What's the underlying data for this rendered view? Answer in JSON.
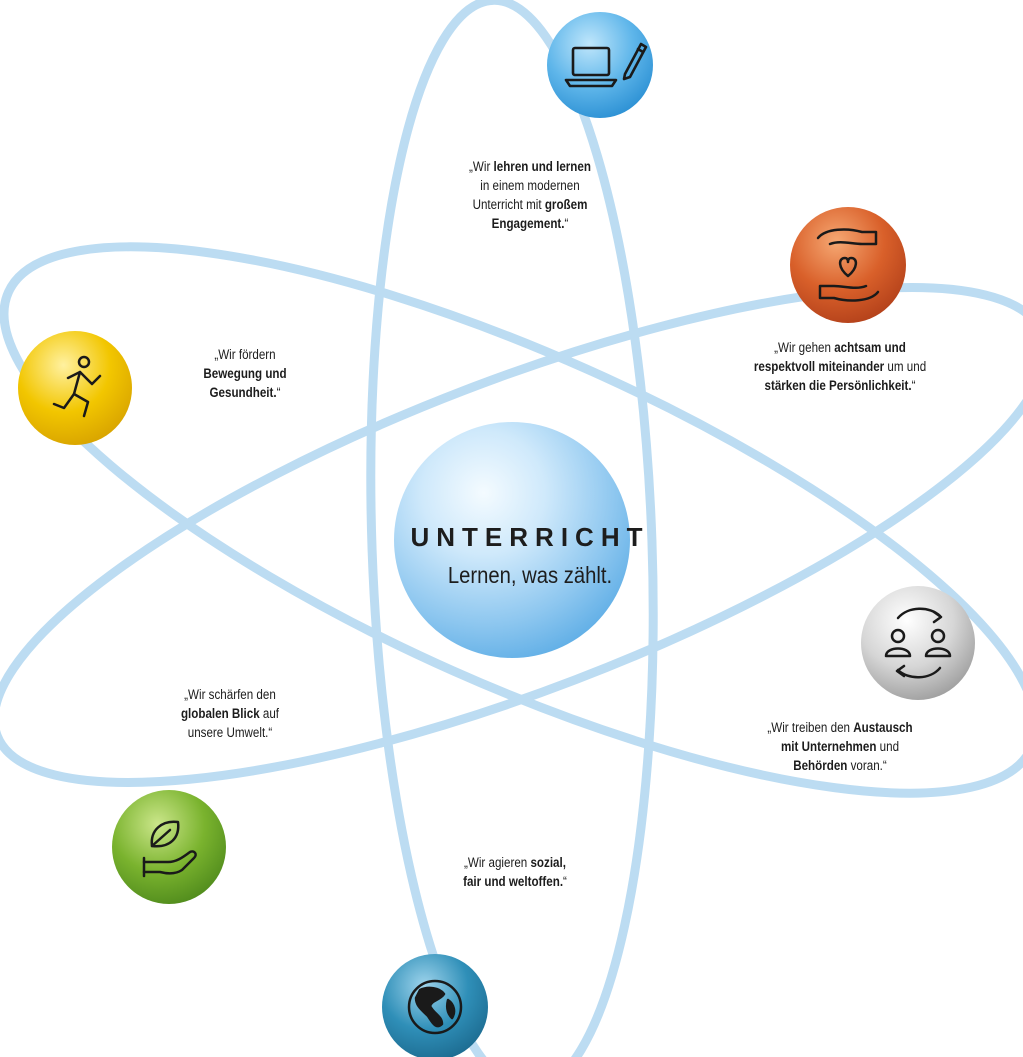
{
  "center": {
    "title": "UNTERRICHT",
    "subtitle": "Lernen, was zählt."
  },
  "nodes": [
    {
      "id": "teaching",
      "icon": "laptop-pencil-icon",
      "color": "#5fb6ea",
      "quote_parts": [
        {
          "t": "„Wir ",
          "b": false
        },
        {
          "t": "lehren und lernen",
          "b": true
        },
        {
          "t": "\nin einem modernen\nUnterricht mit ",
          "b": false
        },
        {
          "t": "großem\nEngagement.",
          "b": true
        },
        {
          "t": "“",
          "b": false
        }
      ]
    },
    {
      "id": "respect",
      "icon": "hands-heart-icon",
      "color": "#d9602a",
      "quote_parts": [
        {
          "t": "„Wir gehen ",
          "b": false
        },
        {
          "t": "achtsam und\nrespektvoll miteinander",
          "b": true
        },
        {
          "t": " um und\n",
          "b": false
        },
        {
          "t": "stärken die Persönlichkeit.",
          "b": true
        },
        {
          "t": "“",
          "b": false
        }
      ]
    },
    {
      "id": "health",
      "icon": "running-person-icon",
      "color": "#f2c200",
      "quote_parts": [
        {
          "t": "„Wir fördern\n",
          "b": false
        },
        {
          "t": "Bewegung und\nGesundheit.",
          "b": true
        },
        {
          "t": "“",
          "b": false
        }
      ]
    },
    {
      "id": "exchange",
      "icon": "people-exchange-icon",
      "color": "#b9b9b9",
      "quote_parts": [
        {
          "t": "„Wir treiben den ",
          "b": false
        },
        {
          "t": "Austausch\nmit Unternehmen",
          "b": true
        },
        {
          "t": " und\n",
          "b": false
        },
        {
          "t": "Behörden",
          "b": true
        },
        {
          "t": " voran.“",
          "b": false
        }
      ]
    },
    {
      "id": "global",
      "icon": "leaf-hand-icon",
      "color": "#7ab32e",
      "quote_parts": [
        {
          "t": "„Wir schärfen den\n",
          "b": false
        },
        {
          "t": "globalen Blick",
          "b": true
        },
        {
          "t": " auf\nunsere Umwelt.“",
          "b": false
        }
      ]
    },
    {
      "id": "social",
      "icon": "globe-icon",
      "color": "#2f8fb8",
      "quote_parts": [
        {
          "t": "„Wir agieren ",
          "b": false
        },
        {
          "t": "sozial,\nfair und weltoffen.",
          "b": true
        },
        {
          "t": "“",
          "b": false
        }
      ]
    }
  ],
  "orbit_color": "#bcdcf2"
}
